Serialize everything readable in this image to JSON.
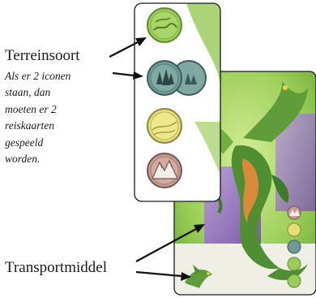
{
  "labels": {
    "terrain_title": "Terreinsoort",
    "terrain_note_lines": [
      "Als er 2 iconen",
      "staan, dan",
      "moeten er 2",
      "reiskaarten",
      "gespeeld",
      "worden."
    ],
    "transport_title": "Transportmiddel"
  },
  "terrain_icons": [
    {
      "name": "grassland-icon",
      "kind": "single",
      "color": "#9ccc5a"
    },
    {
      "name": "forest-icon",
      "kind": "double",
      "color": "#6f9a94"
    },
    {
      "name": "desert-icon",
      "kind": "single",
      "color": "#e6df73"
    },
    {
      "name": "mountain-icon",
      "kind": "single",
      "color": "#c99a92"
    }
  ],
  "colors": {
    "card_border": "#1a1a1a",
    "card_green": "#8fc44a",
    "card_purple": "#9a7ab8",
    "dragon_green": "#4f8f32",
    "dragon_orange": "#d8893a"
  }
}
